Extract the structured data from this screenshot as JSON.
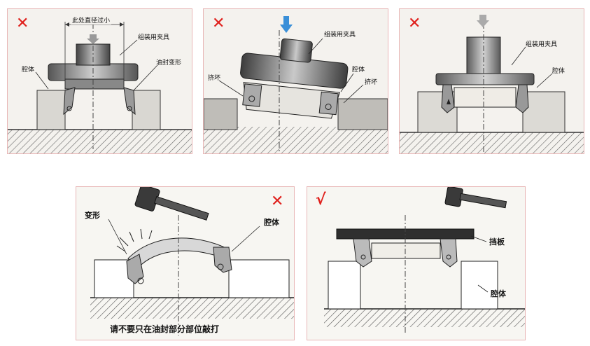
{
  "colors": {
    "wrong": "#e0201c",
    "right": "#e0201c",
    "arrow_blue": "#3a8fd8",
    "border": "#e8b6b6"
  },
  "panels": [
    {
      "mark": "✕",
      "labels": {
        "dim": "此处直径过小",
        "fixture": "组装用夹具",
        "cavity": "腔体",
        "deform": "油封变形"
      }
    },
    {
      "mark": "✕",
      "labels": {
        "fixture": "组装用夹具",
        "crush_left": "挤坏",
        "cavity": "腔体",
        "crush_right": "挤坏"
      }
    },
    {
      "mark": "✕",
      "labels": {
        "fixture": "组装用夹具",
        "cavity": "腔体"
      }
    },
    {
      "mark": "✕",
      "labels": {
        "deform": "变形",
        "cavity": "腔体"
      },
      "caption": "请不要只在油封部分部位敲打"
    },
    {
      "mark": "√",
      "labels": {
        "plate": "挡板",
        "cavity": "腔体"
      }
    }
  ]
}
